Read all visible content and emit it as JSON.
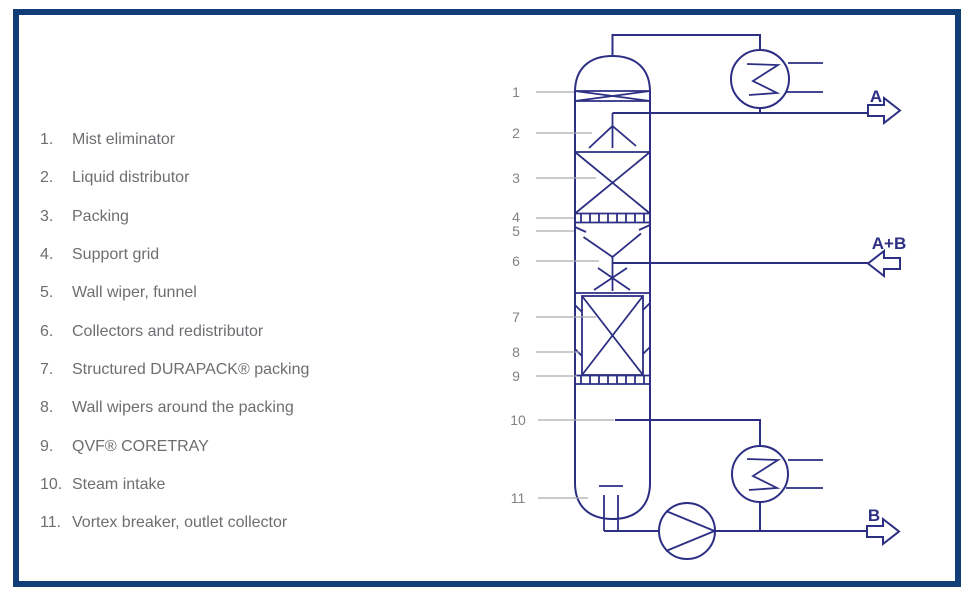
{
  "legend": {
    "items": [
      {
        "num": "1.",
        "text": "Mist eliminator"
      },
      {
        "num": "2.",
        "text": "Liquid distributor"
      },
      {
        "num": "3.",
        "text": "Packing"
      },
      {
        "num": "4.",
        "text": "Support grid"
      },
      {
        "num": "5.",
        "text": "Wall wiper, funnel"
      },
      {
        "num": "6.",
        "text": "Collectors and redistributor"
      },
      {
        "num": "7.",
        "text": "Structured DURAPACK® packing"
      },
      {
        "num": "8.",
        "text": "Wall wipers around the packing"
      },
      {
        "num": "9.",
        "text": "QVF® CORETRAY"
      },
      {
        "num": "10.",
        "text": "Steam intake"
      },
      {
        "num": "11.",
        "text": "Vortex breaker, outlet collector"
      }
    ]
  },
  "diagram": {
    "callouts": [
      "1",
      "2",
      "3",
      "4",
      "5",
      "6",
      "7",
      "8",
      "9",
      "10",
      "11"
    ],
    "streams": {
      "overhead": "A",
      "feed": "A+B",
      "bottoms": "B"
    },
    "colors": {
      "line": "#2d2f84",
      "border": "#123e78",
      "legend_text": "#6d6e71",
      "leader": "#a8aaad"
    }
  }
}
